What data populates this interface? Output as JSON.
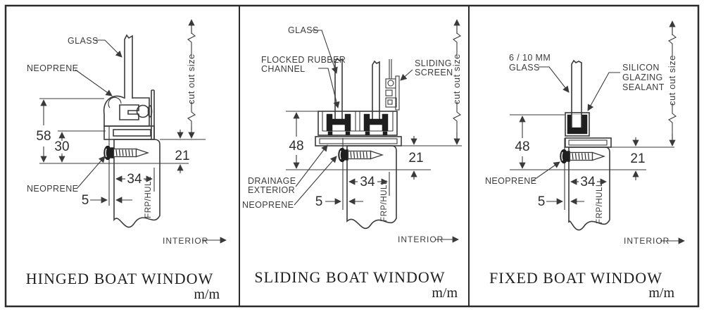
{
  "colors": {
    "line": "#3a3a3a",
    "dark_fill": "#1e1e1e",
    "background": "#ffffff",
    "text": "#333333"
  },
  "units_note": "m/m",
  "panels": {
    "hinged": {
      "title": "HINGED BOAT WINDOW",
      "units": "m/m",
      "labels": {
        "glass": "GLASS",
        "neoprene_top": "NEOPRENE",
        "neoprene_bottom": "NEOPRENE",
        "cut_out_size": "cut out size",
        "frp_hull": "FRP/HULL",
        "interior": "INTERIOR"
      },
      "dimensions": {
        "d58": "58",
        "d30": "30",
        "d21": "21",
        "d34": "34",
        "d5": "5"
      }
    },
    "sliding": {
      "title": "SLIDING BOAT WINDOW",
      "units": "m/m",
      "labels": {
        "glass": "GLASS",
        "flocked_line1": "FLOCKED RUBBER",
        "flocked_line2": "CHANNEL",
        "screen_line1": "SLIDING",
        "screen_line2": "SCREEN",
        "drainage_line1": "DRAINAGE",
        "drainage_line2": "EXTERIOR",
        "neoprene": "NEOPRENE",
        "cut_out_size": "cut out size",
        "frp_hull": "FRP/HULL",
        "interior": "INTERIOR"
      },
      "dimensions": {
        "d48": "48",
        "d21": "21",
        "d34": "34",
        "d5": "5"
      }
    },
    "fixed": {
      "title": "FIXED BOAT WINDOW",
      "units": "m/m",
      "labels": {
        "glass_line1": "6 / 10 MM",
        "glass_line2": "GLASS",
        "sealant_line1": "SILICON",
        "sealant_line2": "GLAZING",
        "sealant_line3": "SEALANT",
        "neoprene": "NEOPRENE",
        "cut_out_size": "cut out size",
        "frp_hull": "FRP/HULL",
        "interior": "INTERIOR"
      },
      "dimensions": {
        "d48": "48",
        "d21": "21",
        "d34": "34",
        "d5": "5"
      }
    }
  }
}
